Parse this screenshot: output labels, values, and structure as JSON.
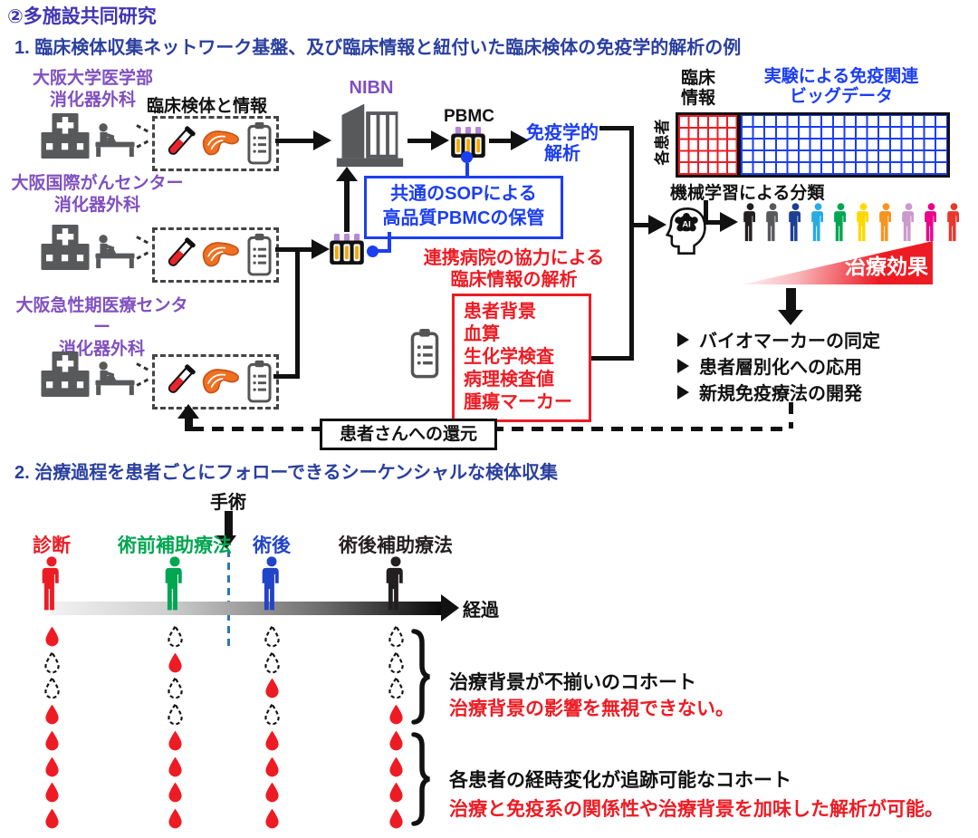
{
  "titles": {
    "main": "②多施設共同研究",
    "section1": "1. 臨床検体収集ネットワーク基盤、及び臨床情報と紐付いた臨床検体の免疫学的解析の例",
    "section2": "2. 治療過程を患者ごとにフォローできるシーケンシャルな検体収集"
  },
  "hospitals": [
    {
      "line1": "大阪大学医学部",
      "line2": "消化器外科"
    },
    {
      "line1": "大阪国際がんセンター",
      "line2": "消化器外科"
    },
    {
      "line1": "大阪急性期医療センター",
      "line2": "消化器外科"
    }
  ],
  "flow": {
    "specimen_label": "臨床検体と情報",
    "nibn": "NIBN",
    "pbmc": "PBMC",
    "immuno_analysis_line1": "免疫学的",
    "immuno_analysis_line2": "解析",
    "sop_line1": "共通のSOPによる",
    "sop_line2": "高品質PBMCの保管",
    "coop_line1": "連携病院の協力による",
    "coop_line2": "臨床情報の解析",
    "clinical_items": [
      "患者背景",
      "血算",
      "生化学検査",
      "病理検査値",
      "腫瘍マーカー"
    ],
    "return_label": "患者さんへの還元"
  },
  "bigdata": {
    "clinical_line1": "臨床",
    "clinical_line2": "情報",
    "exp_line1": "実験による免疫関連",
    "exp_line2": "ビッグデータ",
    "each_patient": "各患者",
    "ml_label": "機械学習による分類",
    "ai_label": "AI",
    "effect_label": "治療効果",
    "outcomes": [
      "バイオマーカーの同定",
      "患者層別化への応用",
      "新規免疫療法の開発"
    ]
  },
  "classification": {
    "colors": [
      "#231f20",
      "#58595b",
      "#1c3f94",
      "#29abe2",
      "#00a651",
      "#ffd800",
      "#f7941d",
      "#cc99cc",
      "#ec008c",
      "#e8372d"
    ]
  },
  "timeline": {
    "surgery": "手術",
    "course": "経過",
    "stages": [
      {
        "label": "診断",
        "color": "#ed1c24"
      },
      {
        "label": "術前補助療法",
        "color": "#00a651"
      },
      {
        "label": "術後",
        "color": "#2244c8"
      },
      {
        "label": "術後補助療法",
        "color": "#231f20"
      }
    ],
    "drops": [
      [
        "solid",
        "dashed",
        "dashed",
        "solid",
        "solid",
        "solid",
        "solid",
        "solid"
      ],
      [
        "dashed",
        "solid",
        "dashed",
        "dashed",
        "solid",
        "solid",
        "solid",
        "solid"
      ],
      [
        "dashed",
        "dashed",
        "solid",
        "dashed",
        "solid",
        "solid",
        "solid",
        "solid"
      ],
      [
        "dashed",
        "dashed",
        "dashed",
        "solid",
        "solid",
        "solid",
        "solid",
        "solid"
      ]
    ],
    "cohort1": {
      "line1": "治療背景が不揃いのコホート",
      "line2": "治療背景の影響を無視できない。"
    },
    "cohort2": {
      "line1": "各患者の経時変化が追跡可能なコホート",
      "line2": "治療と免疫系の関係性や治療背景を加味した解析が可能。"
    }
  },
  "colors": {
    "accent_purple": "#8050c0",
    "title_violet": "#4135b5",
    "section_blue": "#2a3f9f",
    "vivid_blue": "#1c3ef2",
    "red": "#ed1c24",
    "icon_gray": "#58595b",
    "surgery_dash_blue": "#2e75b6",
    "black": "#111111"
  }
}
